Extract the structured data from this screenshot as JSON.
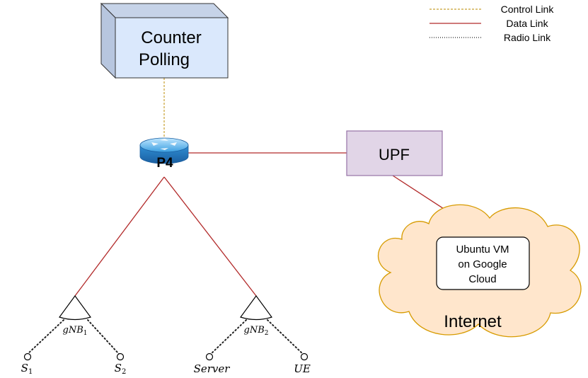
{
  "legend": {
    "control_link": "Control Link",
    "data_link": "Data Link",
    "radio_link": "Radio Link"
  },
  "counter_polling": {
    "line1": "Counter",
    "line2": "Polling"
  },
  "switch": {
    "label": "P4"
  },
  "upf": {
    "label": "UPF"
  },
  "cloud": {
    "vm_line1": "Ubuntu VM",
    "vm_line2": "on Google",
    "vm_line3": "Cloud",
    "label": "Internet"
  },
  "gnb1": {
    "base": "gNB",
    "sub": "1"
  },
  "gnb2": {
    "base": "gNB",
    "sub": "2"
  },
  "nodes": {
    "s1": {
      "base": "S",
      "sub": "1"
    },
    "s2": {
      "base": "S",
      "sub": "2"
    },
    "server": "Server",
    "ue": "UE"
  },
  "colors": {
    "control_link": "#c8a030",
    "data_link": "#b22a2a",
    "radio_link": "#222222",
    "box_fill": "#dae8fc",
    "box_side": "#c6d3e8",
    "upf_fill": "#e1d5e7",
    "upf_stroke": "#9673a6",
    "cloud_fill": "#ffe6cc",
    "cloud_stroke": "#d79b00",
    "router_blue": "#3a9ee0"
  }
}
